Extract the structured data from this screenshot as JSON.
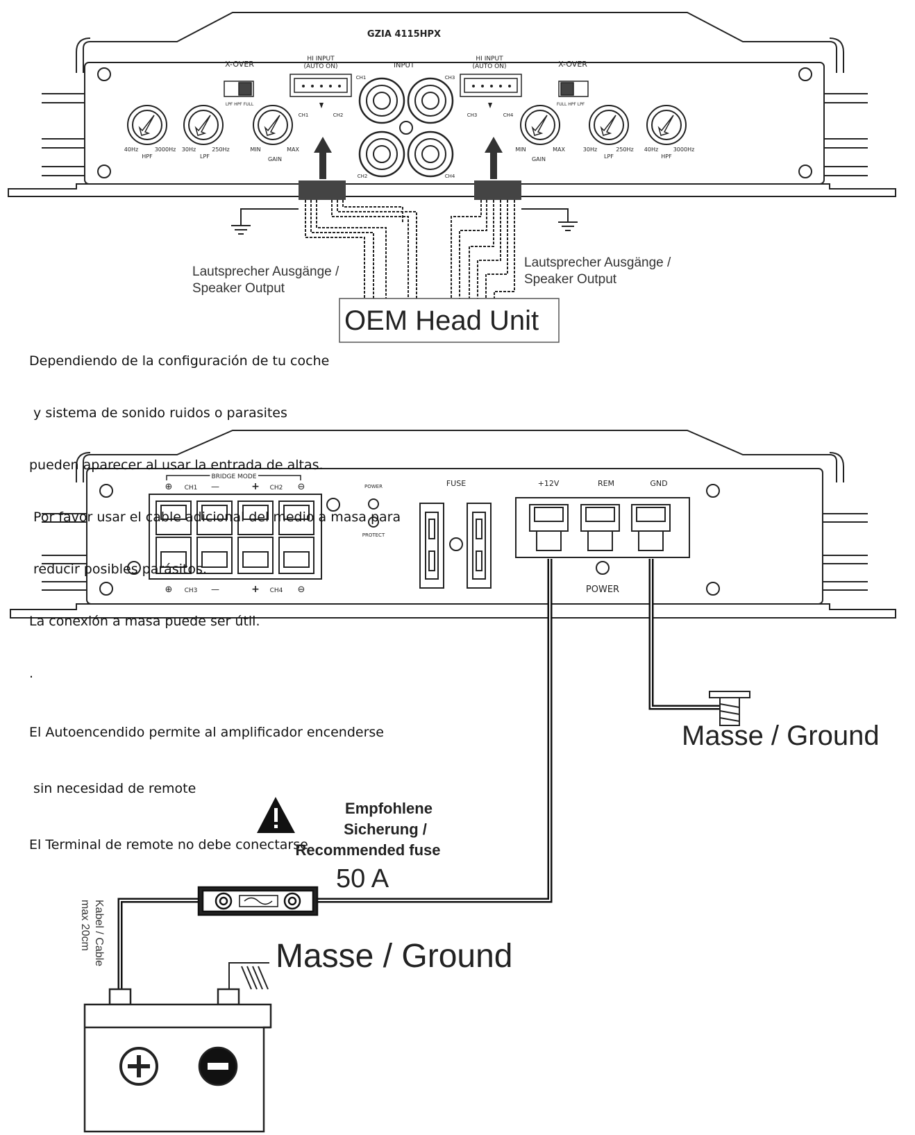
{
  "amp_top": {
    "model": "GZIA 4115HPX",
    "xover_left": "X-OVER",
    "xover_right": "X-OVER",
    "xover_pos_left": "LPF  HPF  FULL",
    "xover_pos_right": "FULL  HPF  LPF",
    "hi_input_left": [
      "HI  INPUT",
      "(AUTO ON)"
    ],
    "hi_input_right": [
      "HI  INPUT",
      "(AUTO ON)"
    ],
    "input": "INPUT",
    "ch_labels": {
      "ch1": "CH1",
      "ch2": "CH2",
      "ch3": "CH3",
      "ch4": "CH4"
    },
    "hi_pins_left": {
      "a": "CH1",
      "b": "CH2"
    },
    "hi_pins_right": {
      "a": "CH3",
      "b": "CH4"
    },
    "knobs_left": [
      {
        "lo": "40Hz",
        "hi": "3000Hz",
        "name": "HPF"
      },
      {
        "lo": "30Hz",
        "hi": "250Hz",
        "name": "LPF"
      },
      {
        "lo": "MIN",
        "hi": "MAX",
        "name": "GAIN"
      }
    ],
    "knobs_right": [
      {
        "lo": "MIN",
        "hi": "MAX",
        "name": "GAIN"
      },
      {
        "lo": "30Hz",
        "hi": "250Hz",
        "name": "LPF"
      },
      {
        "lo": "40Hz",
        "hi": "3000Hz",
        "name": "HPF"
      }
    ]
  },
  "speaker_output_left": [
    "Lautsprecher Ausgänge /",
    "Speaker Output"
  ],
  "speaker_output_right": [
    "Lautsprecher Ausgänge /",
    "Speaker Output"
  ],
  "head_unit": "OEM Head Unit",
  "note_spanish_1": [
    "Dependiendo de la configuración de tu coche",
    " y sistema de sonido ruidos o parasites",
    "pueden aparecer al usar la entrada de altas.",
    " Por favor usar el cable adicional del medio a masa para",
    " reducir posibles parásitos.",
    "La conexión a masa puede ser útil.",
    "."
  ],
  "amp_bottom": {
    "bridge_mode": "BRIDGE MODE",
    "top_terms": [
      "⊕",
      "CH1",
      "—",
      "+",
      "CH2",
      "⊖"
    ],
    "bottom_terms": [
      "⊕",
      "CH3",
      "—",
      "+",
      "CH4",
      "⊖"
    ],
    "power_led": "POWER",
    "protect_led": "PROTECT",
    "fuse": "FUSE",
    "power_terms": [
      "+12V",
      "REM",
      "GND"
    ],
    "power_label": "POWER"
  },
  "note_spanish_2": [
    "El Autoencendido permite al amplificador encenderse",
    " sin necesidad de remote",
    "El Terminal de remote no debe conectarse"
  ],
  "ground_right": "Masse / Ground",
  "fuse_note": [
    "Empfohlene",
    "Sicherung /",
    "Recommended fuse"
  ],
  "fuse_value": "50 A",
  "ground_battery": "Masse / Ground",
  "cable_note": [
    "Kabel / Cable",
    "max 20cm"
  ],
  "battery_pos": "+",
  "battery_neg": "−"
}
